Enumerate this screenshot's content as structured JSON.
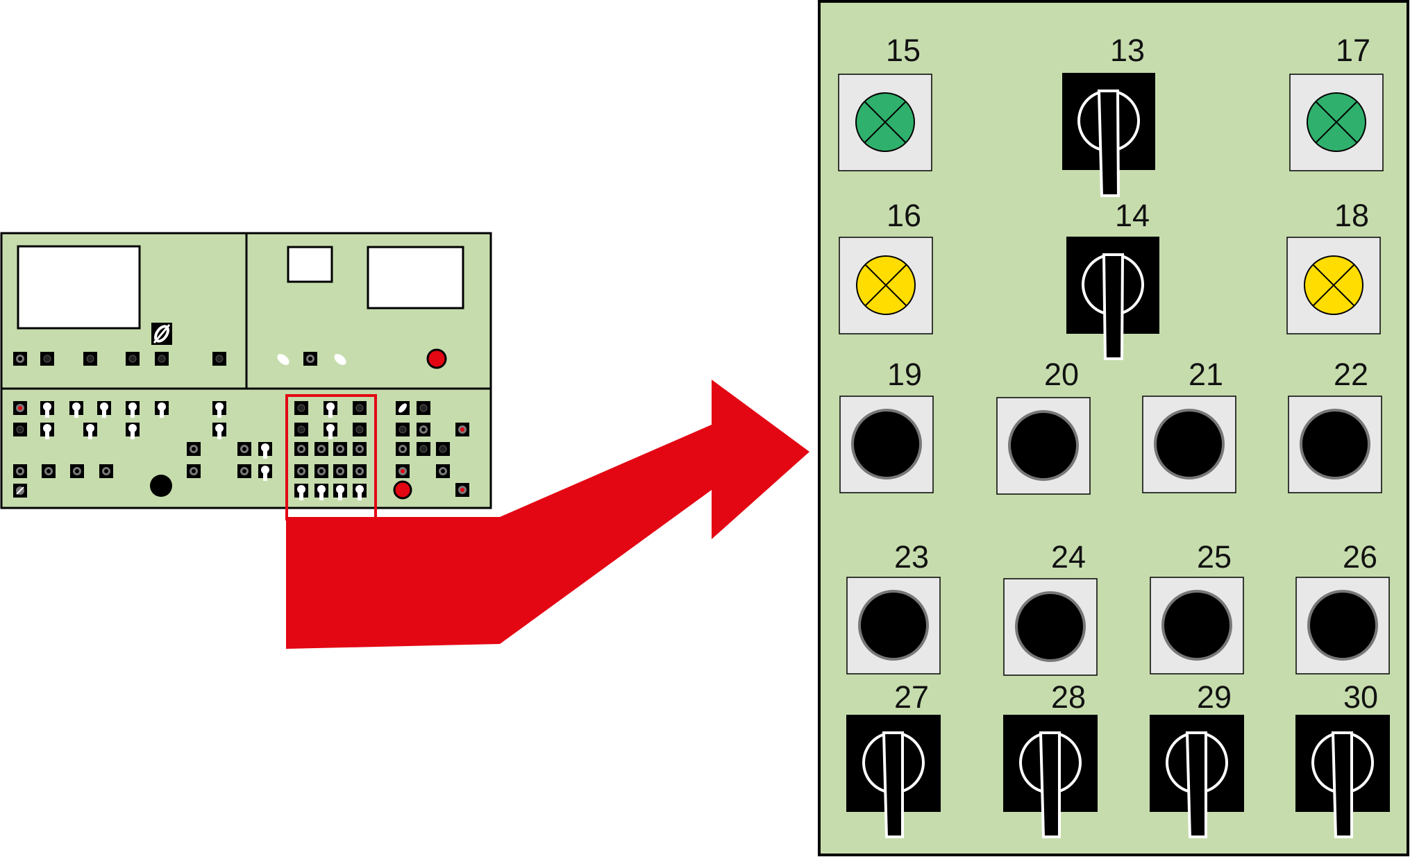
{
  "colors": {
    "panel": "#c6dcad",
    "outline": "#000000",
    "highlight": "#e30613",
    "lamp_green": "#2fb06c",
    "lamp_yellow": "#ffdd00",
    "socket": "#e8e8e8",
    "button": "#000000",
    "red_button": "#e30613"
  },
  "detail_panel": {
    "row1": [
      {
        "id": "15",
        "kind": "lamp-green"
      },
      {
        "id": "13",
        "kind": "selector-switch"
      },
      {
        "id": "17",
        "kind": "lamp-green"
      }
    ],
    "row2": [
      {
        "id": "16",
        "kind": "lamp-yellow"
      },
      {
        "id": "14",
        "kind": "selector-switch"
      },
      {
        "id": "18",
        "kind": "lamp-yellow"
      }
    ],
    "row3": [
      {
        "id": "19",
        "kind": "push-button"
      },
      {
        "id": "20",
        "kind": "push-button"
      },
      {
        "id": "21",
        "kind": "push-button"
      },
      {
        "id": "22",
        "kind": "push-button"
      }
    ],
    "row4": [
      {
        "id": "23",
        "kind": "push-button"
      },
      {
        "id": "24",
        "kind": "push-button"
      },
      {
        "id": "25",
        "kind": "push-button"
      },
      {
        "id": "26",
        "kind": "push-button"
      }
    ],
    "row5": [
      {
        "id": "27",
        "kind": "selector-switch"
      },
      {
        "id": "28",
        "kind": "selector-switch"
      },
      {
        "id": "29",
        "kind": "selector-switch"
      },
      {
        "id": "30",
        "kind": "selector-switch"
      }
    ]
  }
}
